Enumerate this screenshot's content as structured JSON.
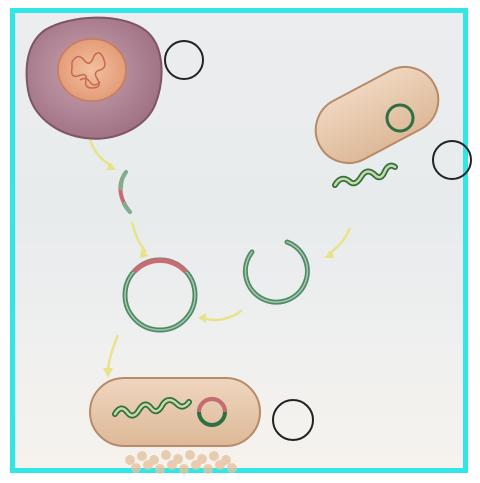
{
  "diagram": {
    "frame_color": "#31E6E6",
    "paper_color": "#EBEDEE",
    "arrow_color": "#E8E38A",
    "membrane_color": "#7FAF8F",
    "sticky_end_color": "#C96B72",
    "cytoplasm_color": "#E6C9AE",
    "human_cell_color": "#B88A9A",
    "nucleus_color": "#E9A785",
    "parts": [
      {
        "id": "human-cell",
        "description_icon": "animal-cell-icon"
      },
      {
        "id": "gene-fragment",
        "description_icon": "dna-fragment-icon"
      },
      {
        "id": "bacterium-donor",
        "description_icon": "bacterium-icon"
      },
      {
        "id": "open-plasmid",
        "description_icon": "plasmid-open-icon"
      },
      {
        "id": "recombinant-plasmid",
        "description_icon": "plasmid-icon"
      },
      {
        "id": "bacterium-recipient",
        "description_icon": "bacterium-icon"
      }
    ],
    "answer_circles": [
      "",
      "",
      ""
    ]
  }
}
